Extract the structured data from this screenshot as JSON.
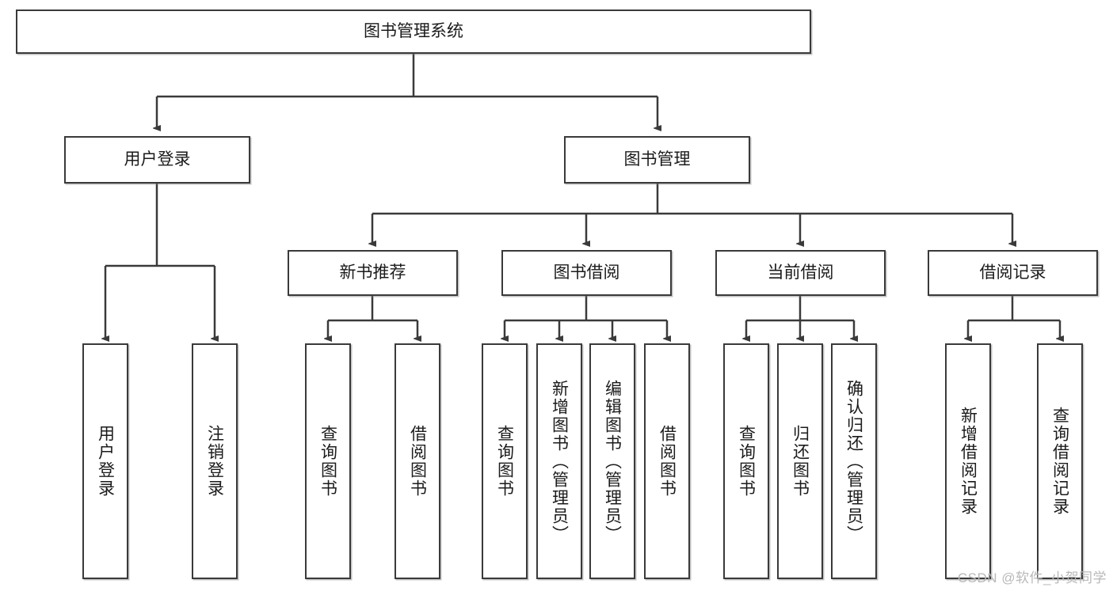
{
  "diagram": {
    "type": "tree-hierarchy",
    "title": "图书管理系统",
    "root": {
      "id": "root",
      "label": "图书管理系统",
      "orientation": "horizontal"
    },
    "level1": [
      {
        "id": "user-login",
        "label": "用户登录",
        "orientation": "horizontal"
      },
      {
        "id": "book-manage",
        "label": "图书管理",
        "orientation": "horizontal"
      }
    ],
    "level2": [
      {
        "id": "new-book-recommend",
        "label": "新书推荐",
        "orientation": "horizontal",
        "parent": "book-manage"
      },
      {
        "id": "book-borrow",
        "label": "图书借阅",
        "orientation": "horizontal",
        "parent": "book-manage"
      },
      {
        "id": "current-borrow",
        "label": "当前借阅",
        "orientation": "horizontal",
        "parent": "book-manage"
      },
      {
        "id": "borrow-record",
        "label": "借阅记录",
        "orientation": "horizontal",
        "parent": "book-manage"
      }
    ],
    "leaves": [
      {
        "id": "leaf-user-login",
        "label": "用户登录",
        "parent": "user-login",
        "orientation": "vertical"
      },
      {
        "id": "leaf-logout-login",
        "label": "注销登录",
        "parent": "user-login",
        "orientation": "vertical"
      },
      {
        "id": "leaf-query-book-1",
        "label": "查询图书",
        "parent": "new-book-recommend",
        "orientation": "vertical"
      },
      {
        "id": "leaf-borrow-book-1",
        "label": "借阅图书",
        "parent": "new-book-recommend",
        "orientation": "vertical"
      },
      {
        "id": "leaf-query-book-2",
        "label": "查询图书",
        "parent": "book-borrow",
        "orientation": "vertical"
      },
      {
        "id": "leaf-add-book-admin",
        "label": "新增图书（管理员）",
        "parent": "book-borrow",
        "orientation": "vertical"
      },
      {
        "id": "leaf-edit-book-admin",
        "label": "编辑图书（管理员）",
        "parent": "book-borrow",
        "orientation": "vertical"
      },
      {
        "id": "leaf-borrow-book-2",
        "label": "借阅图书",
        "parent": "book-borrow",
        "orientation": "vertical"
      },
      {
        "id": "leaf-query-book-3",
        "label": "查询图书",
        "parent": "current-borrow",
        "orientation": "vertical"
      },
      {
        "id": "leaf-return-book",
        "label": "归还图书",
        "parent": "current-borrow",
        "orientation": "vertical"
      },
      {
        "id": "leaf-confirm-return-admin",
        "label": "确认归还（管理员）",
        "parent": "current-borrow",
        "orientation": "vertical"
      },
      {
        "id": "leaf-add-borrow-record",
        "label": "新增借阅记录",
        "parent": "borrow-record",
        "orientation": "vertical"
      },
      {
        "id": "leaf-query-borrow-record",
        "label": "查询借阅记录",
        "parent": "borrow-record",
        "orientation": "vertical"
      }
    ]
  },
  "watermark": {
    "text": "CSDN @软件_小贺同学"
  },
  "colors": {
    "stroke": "#3a3a3a",
    "text": "#1b1b1b",
    "background": "#ffffff",
    "watermark": "#b8b8b8"
  }
}
